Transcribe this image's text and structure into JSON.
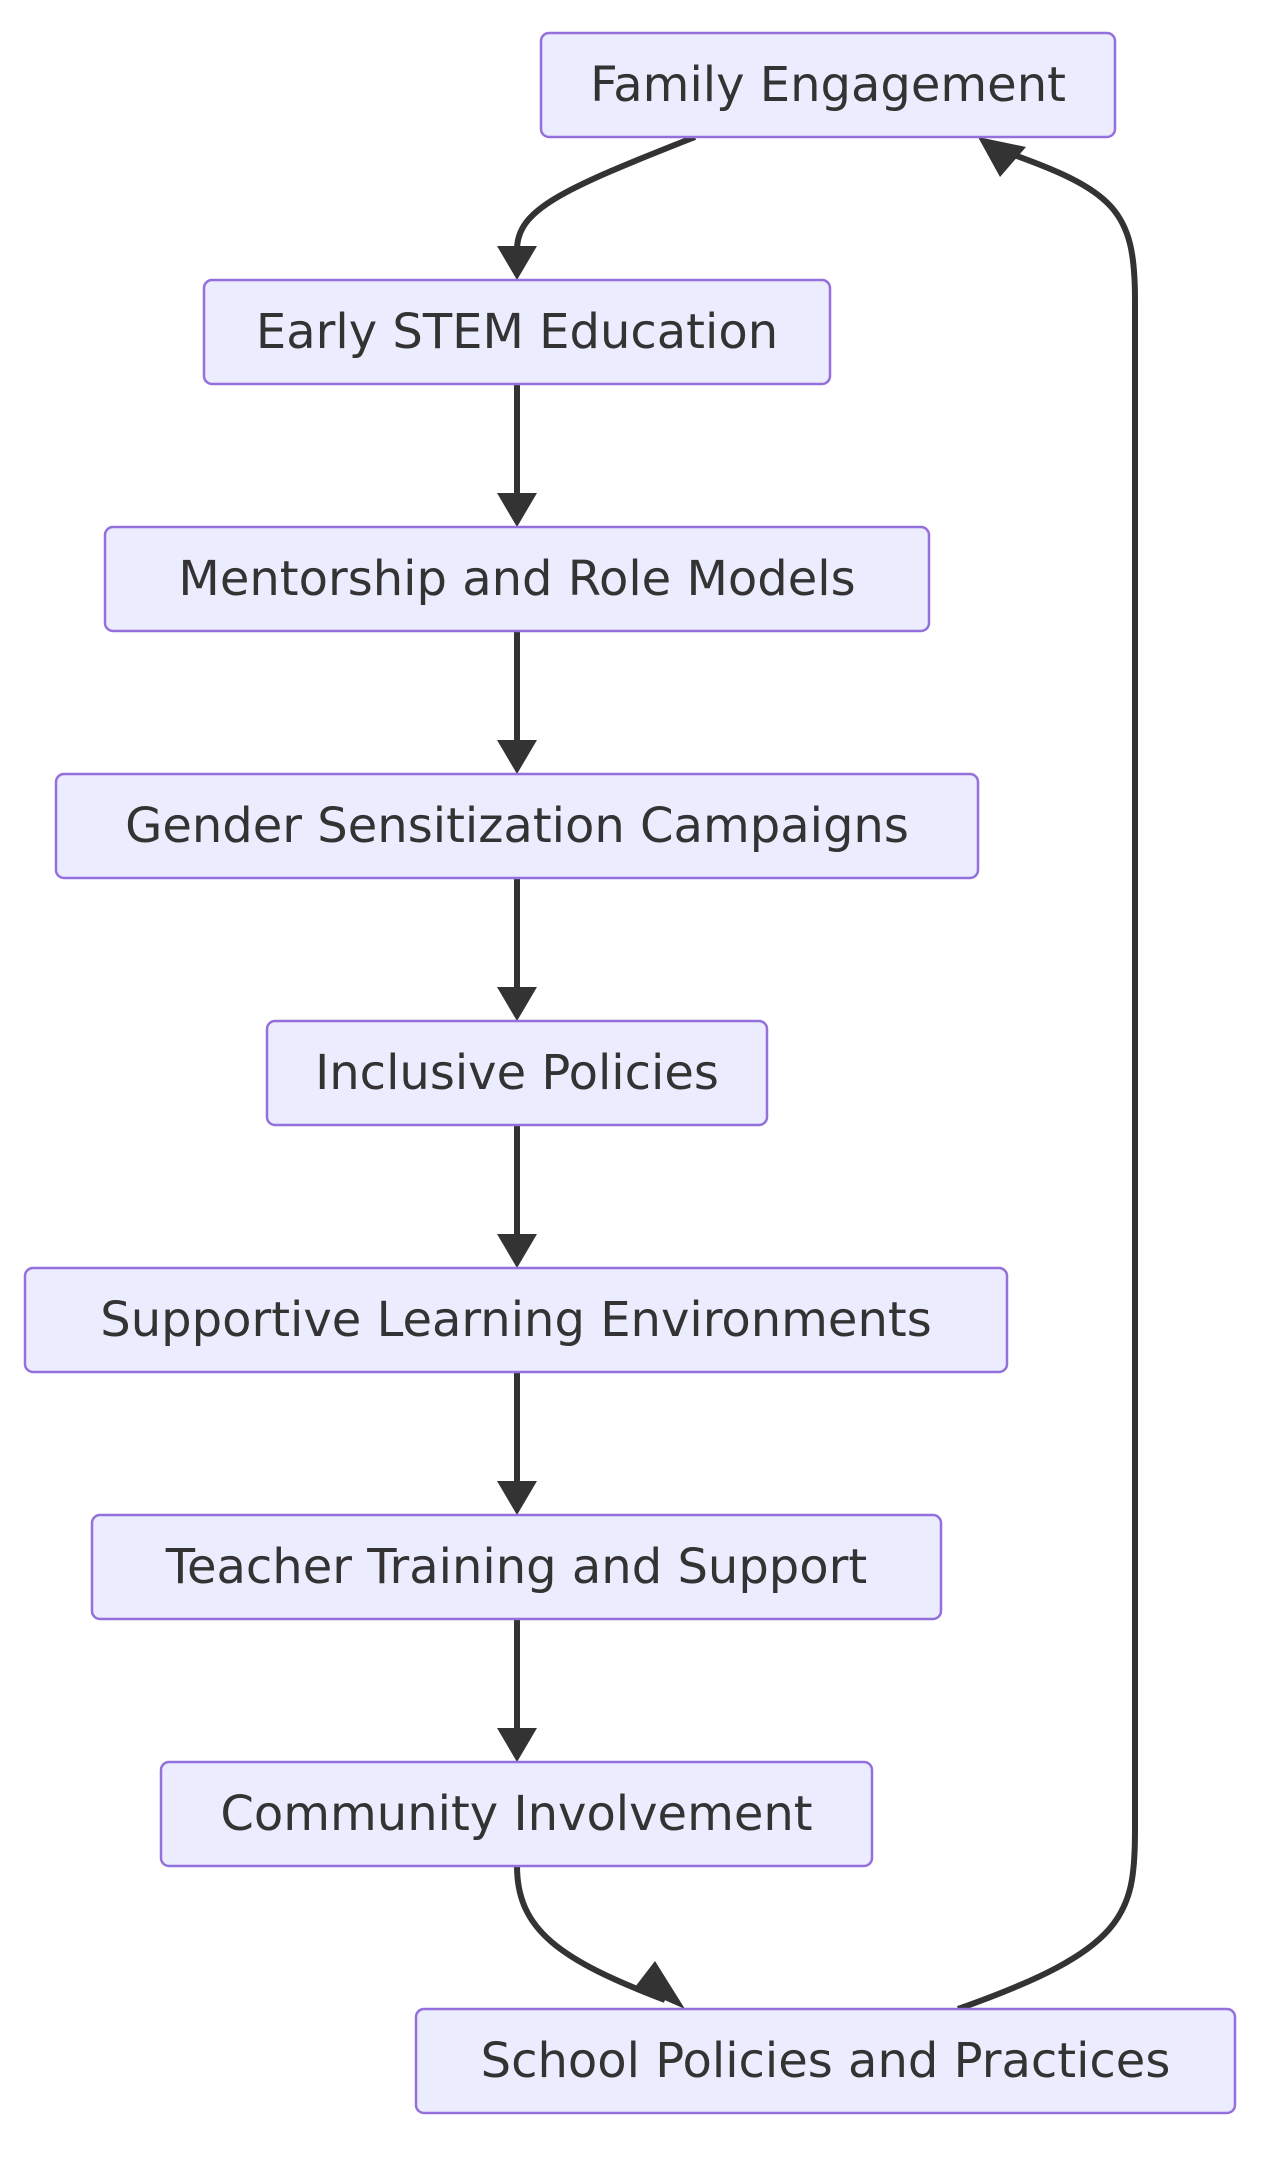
{
  "nodes": [
    {
      "id": "family",
      "label": "Family Engagement"
    },
    {
      "id": "early_stem",
      "label": "Early STEM Education"
    },
    {
      "id": "mentorship",
      "label": "Mentorship and Role Models"
    },
    {
      "id": "gender",
      "label": "Gender Sensitization Campaigns"
    },
    {
      "id": "inclusive",
      "label": "Inclusive Policies"
    },
    {
      "id": "supportive",
      "label": "Supportive Learning Environments"
    },
    {
      "id": "teacher",
      "label": "Teacher Training and Support"
    },
    {
      "id": "community",
      "label": "Community Involvement"
    },
    {
      "id": "school",
      "label": "School Policies and Practices"
    }
  ],
  "edges": [
    {
      "from": "family",
      "to": "early_stem"
    },
    {
      "from": "early_stem",
      "to": "mentorship"
    },
    {
      "from": "mentorship",
      "to": "gender"
    },
    {
      "from": "gender",
      "to": "inclusive"
    },
    {
      "from": "inclusive",
      "to": "supportive"
    },
    {
      "from": "supportive",
      "to": "teacher"
    },
    {
      "from": "teacher",
      "to": "community"
    },
    {
      "from": "community",
      "to": "school"
    },
    {
      "from": "school",
      "to": "family"
    }
  ],
  "colors": {
    "node_fill": "#ececff",
    "node_stroke": "#9370db",
    "edge": "#333333",
    "text": "#333333"
  }
}
